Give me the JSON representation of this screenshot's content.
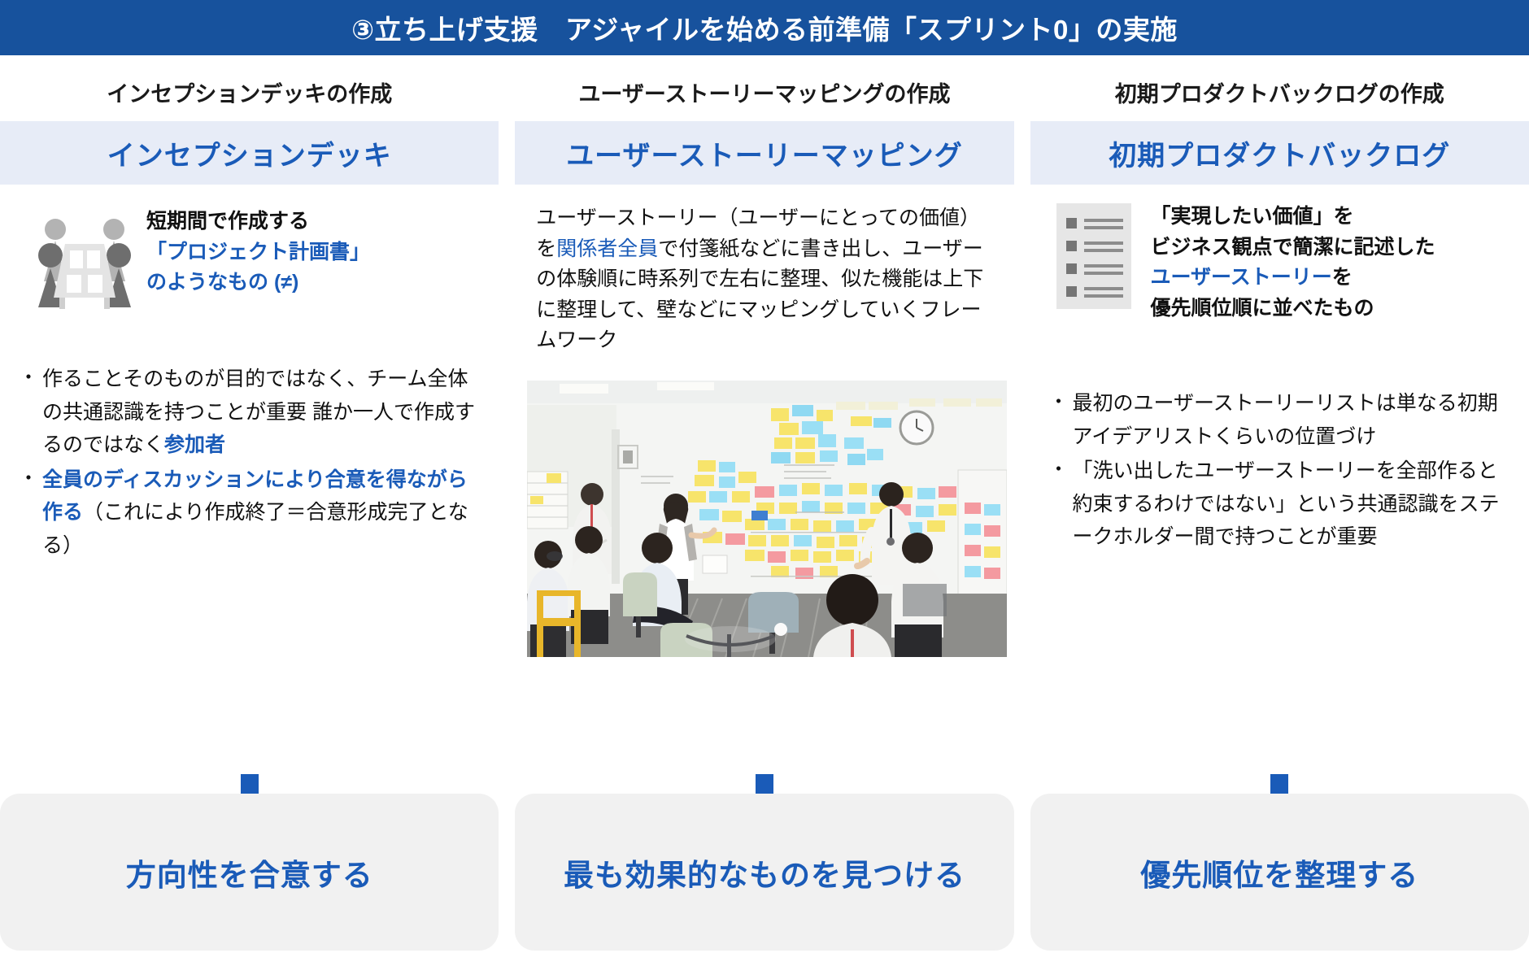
{
  "header": {
    "title": "③立ち上げ支援　アジャイルを始める前準備「スプリント0」の実施",
    "background_color": "#17529d",
    "text_color": "#ffffff"
  },
  "colors": {
    "accent_blue": "#1a5bb8",
    "band_background": "#e7ecf7",
    "result_box_background": "#f1f1f1",
    "arrow_blue": "#1a5bb8",
    "body_text": "#111111"
  },
  "columns": [
    {
      "heading": "インセプションデッキの作成",
      "band_label": "インセプションデッキ",
      "icon": "meeting-table-icon",
      "lead": {
        "line1_plain": "短期間で作成する",
        "line2_highlight": "「プロジェクト計画書」",
        "line3_highlight": "のようなもの (≠)"
      },
      "bullets": [
        {
          "segments": [
            {
              "text": "作ることそのものが目的ではなく、チーム全体の共通認識を持つことが重要 誰か一人で作成するのではなく",
              "highlight": false
            },
            {
              "text": "参加者",
              "highlight": true
            }
          ]
        },
        {
          "segments": [
            {
              "text": "全員のディスカッションにより合意を得ながら作る",
              "highlight": true
            },
            {
              "text": "（これにより作成終了＝合意形成完了となる）",
              "highlight": false
            }
          ]
        }
      ],
      "photo": null,
      "result_label": "方向性を合意する"
    },
    {
      "heading": "ユーザーストーリーマッピングの作成",
      "band_label": "ユーザーストーリーマッピング",
      "icon": null,
      "lead": {
        "segments": [
          {
            "text": "ユーザーストーリー（ユーザーにとっての価値）を",
            "highlight": false
          },
          {
            "text": "関係者全員",
            "highlight": true
          },
          {
            "text": "で付箋紙などに書き出し、ユーザーの体験順に時系列で左右に整理、似た機能は上下に整理して、壁などにマッピングしていくフレームワーク",
            "highlight": false
          }
        ]
      },
      "bullets": [],
      "photo": {
        "alt": "ホワイトボードに付箋を貼ってユーザーストーリーマッピングを行うワークショップの写真",
        "name": "user-story-mapping-workshop-photo"
      },
      "result_label": "最も効果的なものを見つける"
    },
    {
      "heading": "初期プロダクトバックログの作成",
      "band_label": "初期プロダクトバックログ",
      "icon": "checklist-document-icon",
      "lead": {
        "segments": [
          {
            "text": "「実現したい価値」を",
            "highlight": false
          },
          {
            "text": "ビジネス観点で簡潔に記述した",
            "highlight": false
          },
          {
            "text": "ユーザーストーリー",
            "highlight": true
          },
          {
            "text": "を",
            "highlight": false
          },
          {
            "text": "優先順位順に並べたもの",
            "highlight": false
          }
        ],
        "line1_plain": "「実現したい価値」を",
        "line2_plain": "ビジネス観点で簡潔に記述した",
        "line3_highlight": "ユーザーストーリー",
        "line3_suffix": "を",
        "line4_plain": "優先順位順に並べたもの"
      },
      "bullets": [
        {
          "segments": [
            {
              "text": "最初のユーザーストーリーリストは単なる初期アイデアリストくらいの位置づけ",
              "highlight": false
            }
          ]
        },
        {
          "segments": [
            {
              "text": "「洗い出したユーザーストーリーを全部作ると約束するわけではない」という共通認識をステークホルダー間で持つことが重要",
              "highlight": false
            }
          ]
        }
      ],
      "photo": null,
      "result_label": "優先順位を整理する"
    }
  ]
}
